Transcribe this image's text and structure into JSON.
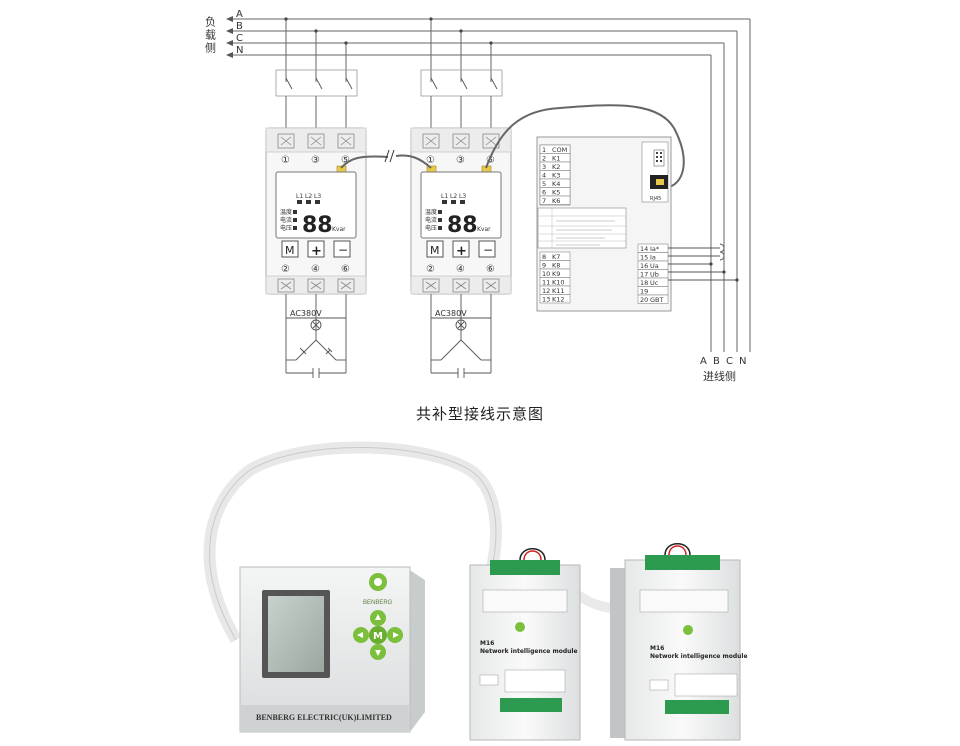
{
  "wiring": {
    "load_side_label": "负载侧",
    "source_side_label": "进线侧",
    "phases": [
      "A",
      "B",
      "C",
      "N"
    ],
    "caption": "共补型接线示意图"
  },
  "modules": [
    {
      "top_terminals": [
        "①",
        "③",
        "⑤"
      ],
      "bottom_terminals": [
        "②",
        "④",
        "⑥"
      ],
      "display_digits": "88",
      "phase_labels": [
        "L1",
        "L2",
        "L3"
      ],
      "row_labels": [
        "温度",
        "电流",
        "电压"
      ],
      "unit": "Kvar",
      "buttons": [
        "M",
        "+",
        "−"
      ],
      "capacitor_label": "AC380V"
    },
    {
      "top_terminals": [
        "①",
        "③",
        "⑤"
      ],
      "bottom_terminals": [
        "②",
        "④",
        "⑥"
      ],
      "display_digits": "88",
      "phase_labels": [
        "L1",
        "L2",
        "L3"
      ],
      "row_labels": [
        "温度",
        "电流",
        "电压"
      ],
      "unit": "Kvar",
      "buttons": [
        "M",
        "+",
        "−"
      ],
      "capacitor_label": "AC380V"
    }
  ],
  "controller": {
    "terminals_left_top": [
      {
        "num": "1",
        "label": "COM"
      },
      {
        "num": "2",
        "label": "K1"
      },
      {
        "num": "3",
        "label": "K2"
      },
      {
        "num": "4",
        "label": "K3"
      },
      {
        "num": "5",
        "label": "K4"
      },
      {
        "num": "6",
        "label": "K5"
      },
      {
        "num": "7",
        "label": "K6"
      }
    ],
    "terminals_left_bottom": [
      {
        "num": "8",
        "label": "K7"
      },
      {
        "num": "9",
        "label": "K8"
      },
      {
        "num": "10",
        "label": "K9"
      },
      {
        "num": "11",
        "label": "K10"
      },
      {
        "num": "12",
        "label": "K11"
      },
      {
        "num": "13",
        "label": "K12"
      }
    ],
    "terminals_right": [
      {
        "num": "14",
        "label": "Ia*"
      },
      {
        "num": "15",
        "label": "Ia"
      },
      {
        "num": "16",
        "label": "Ua"
      },
      {
        "num": "17",
        "label": "Ub"
      },
      {
        "num": "18",
        "label": "Uc"
      },
      {
        "num": "19",
        "label": ""
      },
      {
        "num": "20",
        "label": "GBT"
      }
    ],
    "rj45_label": "RJ45"
  },
  "photo": {
    "controller_brand": "BENBERG",
    "controller_nameplate": "BENBERG ELECTRIC(UK)LIMITED",
    "controller_button": "M",
    "module_model": "M16",
    "module_name": "Network intelligence module"
  }
}
